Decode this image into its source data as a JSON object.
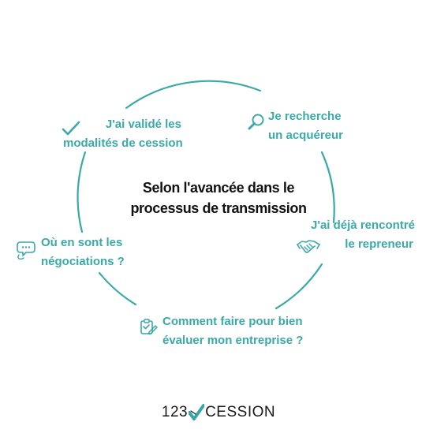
{
  "colors": {
    "accent": "#3aa9a8",
    "text": "#111111",
    "logo_teal": "#37a7a6"
  },
  "center": {
    "line1": "Selon l'avancée dans le",
    "line2": "processus de transmission"
  },
  "stages": [
    {
      "icon": "check-icon",
      "line1": "J'ai validé les",
      "line2": "modalités de cession"
    },
    {
      "icon": "magnifier-icon",
      "line1": "Je recherche",
      "line2": "un acquéreur"
    },
    {
      "icon": "chat-bubbles-icon",
      "line1": "Où en sont les",
      "line2": "négociations ?"
    },
    {
      "icon": "handshake-icon",
      "line1": "J'ai déjà rencontré",
      "line2": "le repreneur"
    },
    {
      "icon": "clipboard-edit-icon",
      "line1": "Comment faire pour bien",
      "line2": "évaluer mon entreprise ?"
    }
  ],
  "logo": {
    "prefix": "123",
    "suffix": "CESSION"
  }
}
